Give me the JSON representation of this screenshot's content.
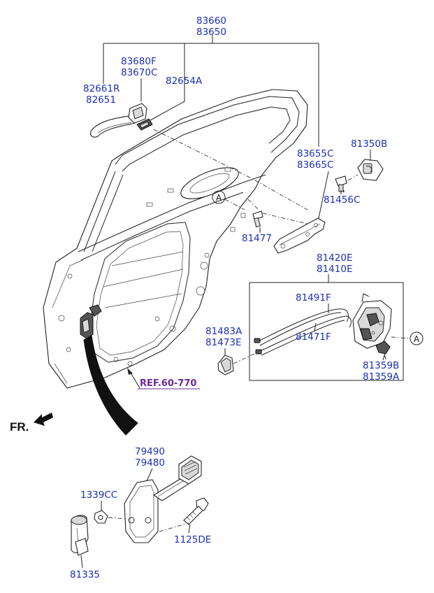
{
  "labels": {
    "p83660": "83660",
    "p83650": "83650",
    "p83680F": "83680F",
    "p83670C": "83670C",
    "p82661R": "82661R",
    "p82651": "82651",
    "p82654A": "82654A",
    "p83655C": "83655C",
    "p83665C": "83665C",
    "p81350B": "81350B",
    "p81456C": "81456C",
    "p81477": "81477",
    "p81420E": "81420E",
    "p81410E": "81410E",
    "p81491F": "81491F",
    "p81471F": "81471F",
    "p81483A": "81483A",
    "p81473E": "81473E",
    "p81359B": "81359B",
    "p81359A": "81359A",
    "p79490": "79490",
    "p79480": "79480",
    "p1339CC": "1339CC",
    "p1125DE": "1125DE",
    "p81335": "81335",
    "ref": "REF.60-770",
    "fr": "FR.",
    "calloutA1": "A",
    "calloutA2": "A"
  }
}
